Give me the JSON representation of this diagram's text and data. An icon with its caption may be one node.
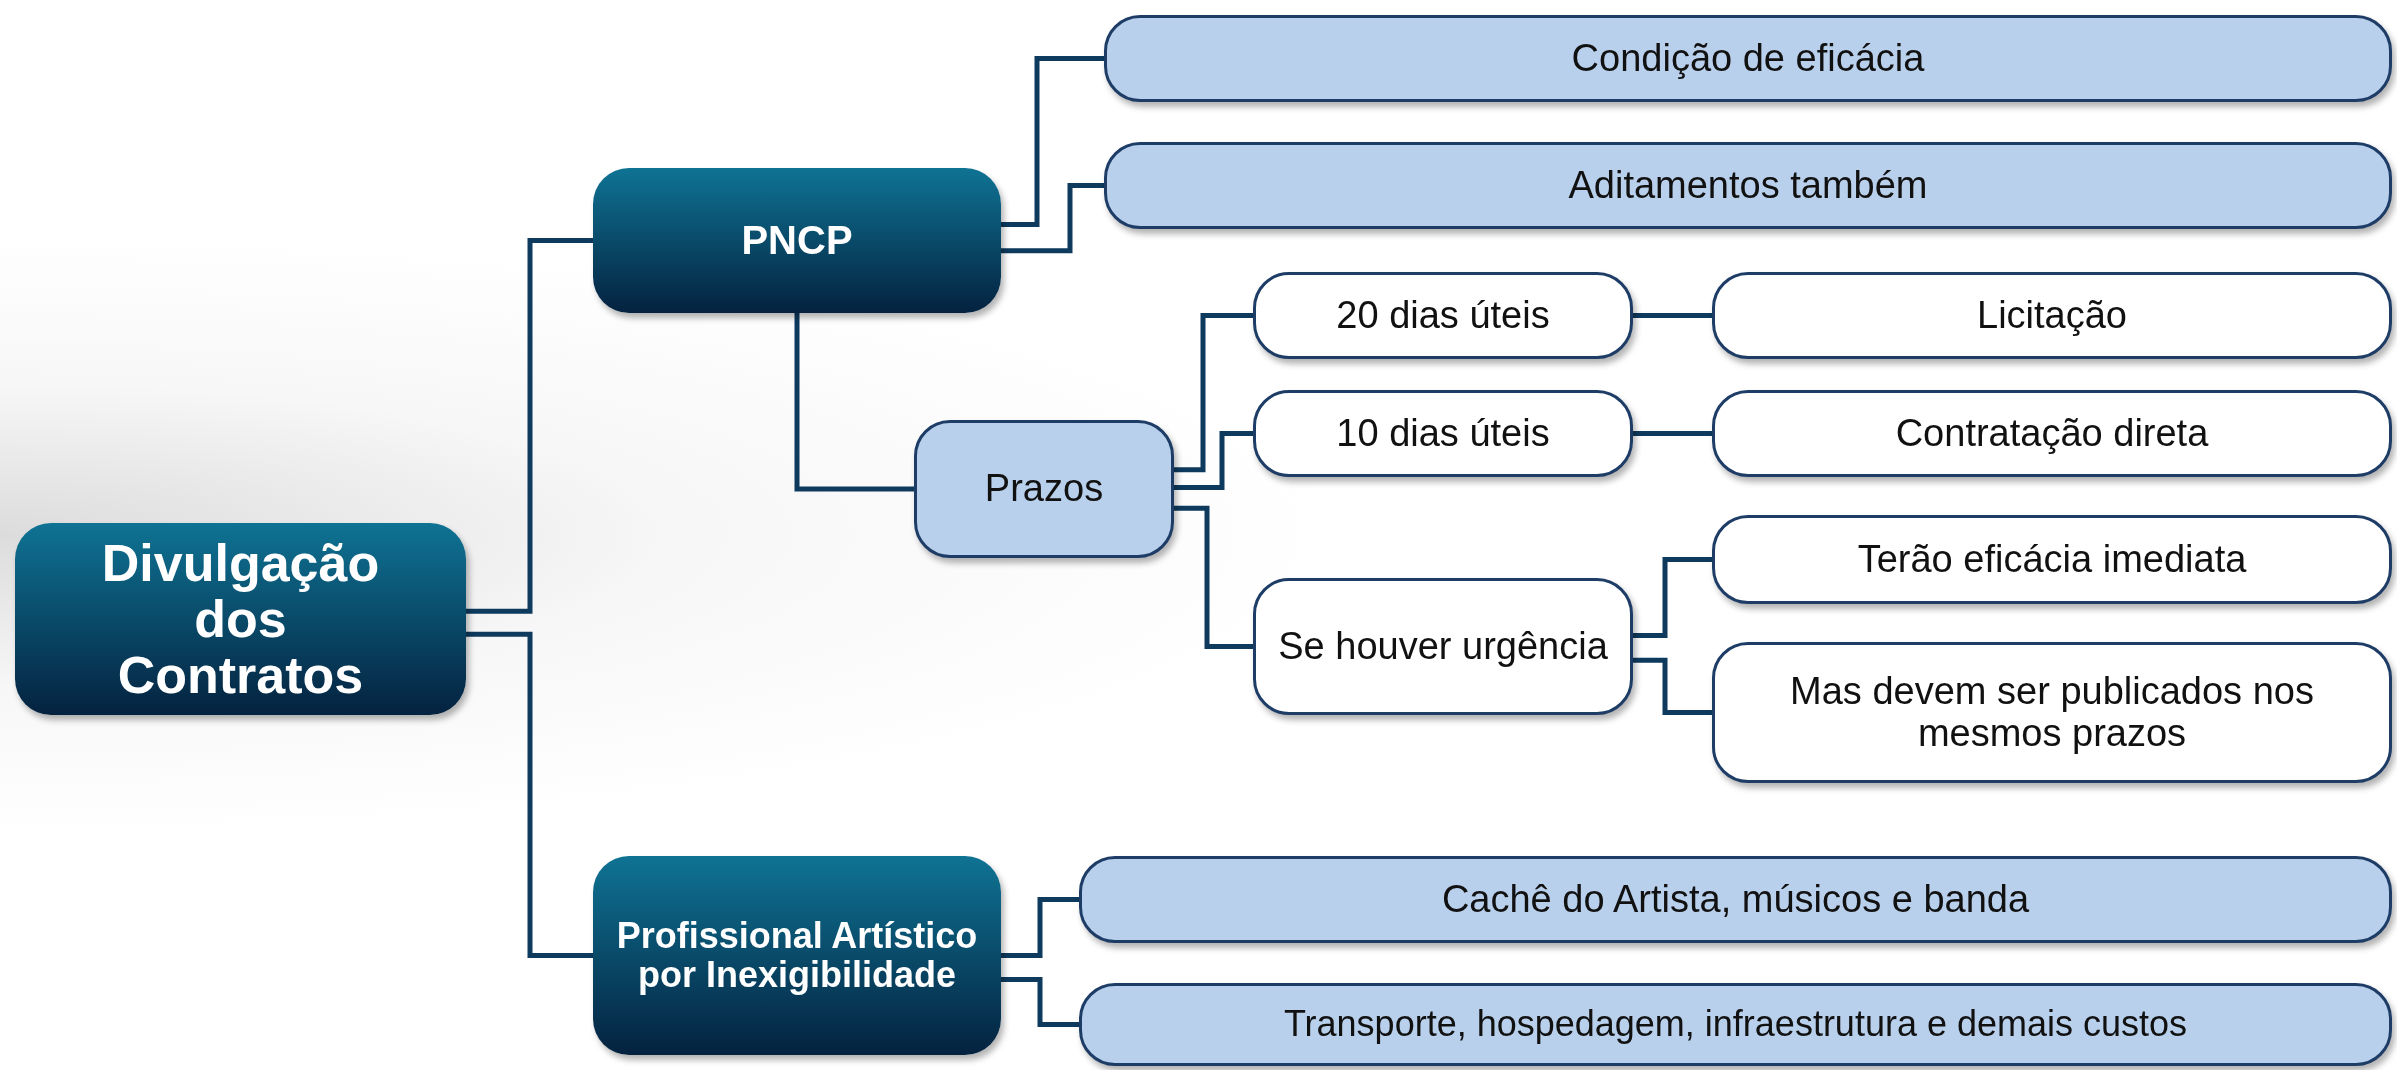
{
  "diagram": {
    "nodes": [
      {
        "text": [
          "Divulgação dos Contratos"
        ]
      },
      {
        "text": [
          "PNCP"
        ]
      },
      {
        "text": [
          "Condição de eficácia"
        ]
      },
      {
        "text": [
          "Aditamentos também"
        ]
      },
      {
        "text": [
          "Prazos"
        ]
      },
      {
        "text": [
          "20 dias úteis"
        ]
      },
      {
        "text": [
          "Licitação"
        ]
      },
      {
        "text": [
          "10 dias úteis"
        ]
      },
      {
        "text": [
          "Contratação direta"
        ]
      },
      {
        "text": [
          "Se houver urgência"
        ]
      },
      {
        "text": [
          "Terão eficácia imediata"
        ]
      },
      {
        "text": [
          "Mas devem ser publicados nos mesmos prazos"
        ]
      },
      {
        "text": [
          "Profissional Artístico por Inexigibilidade"
        ]
      },
      {
        "text": [
          "Cachê do Artista, músicos e banda"
        ]
      },
      {
        "text": [
          "Transporte, hospedagem, infraestrutura e demais custos"
        ]
      }
    ],
    "edges": [
      {
        "from": 0,
        "to": 1,
        "arrow": "none"
      },
      {
        "from": 0,
        "to": 12,
        "arrow": "none"
      },
      {
        "from": 1,
        "to": 2,
        "arrow": "none"
      },
      {
        "from": 1,
        "to": 3,
        "arrow": "none"
      },
      {
        "from": 1,
        "to": 4,
        "arrow": "none"
      },
      {
        "from": 4,
        "to": 5,
        "arrow": "none"
      },
      {
        "from": 4,
        "to": 7,
        "arrow": "none"
      },
      {
        "from": 4,
        "to": 9,
        "arrow": "none"
      },
      {
        "from": 5,
        "to": 6,
        "arrow": "none"
      },
      {
        "from": 7,
        "to": 8,
        "arrow": "none"
      },
      {
        "from": 9,
        "to": 10,
        "arrow": "none"
      },
      {
        "from": 9,
        "to": 11,
        "arrow": "none"
      },
      {
        "from": 12,
        "to": 13,
        "arrow": "none"
      },
      {
        "from": 12,
        "to": 14,
        "arrow": "none"
      }
    ]
  }
}
